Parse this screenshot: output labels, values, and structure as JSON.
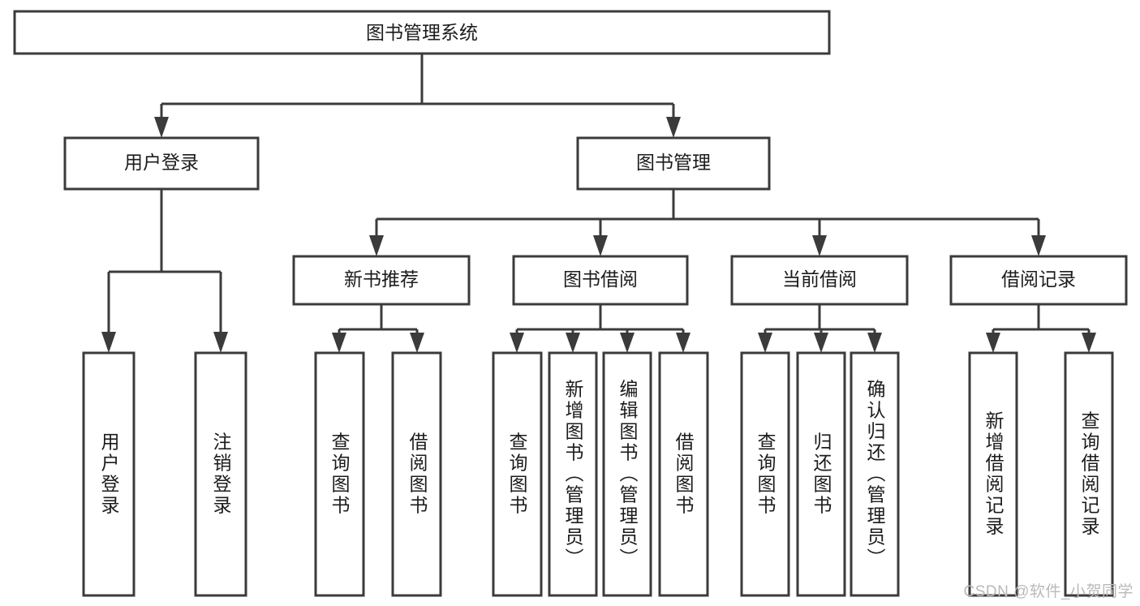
{
  "diagram": {
    "title": "图书管理系统",
    "type": "tree",
    "orientation": "top-down",
    "watermark": "CSDN @软件_小贺同学",
    "colors": {
      "background": "#ffffff",
      "node_fill": "#ffffff",
      "node_stroke": "#3b3b3b",
      "text": "#1c1c1c",
      "watermark": "#b9b9b9"
    },
    "levels": [
      {
        "level": 1,
        "nodes": [
          {
            "id": "root",
            "label": "图书管理系统",
            "orientation": "horizontal"
          }
        ]
      },
      {
        "level": 2,
        "nodes": [
          {
            "id": "user-login",
            "label": "用户登录",
            "orientation": "horizontal",
            "parent": "root"
          },
          {
            "id": "book-manage",
            "label": "图书管理",
            "orientation": "horizontal",
            "parent": "root"
          }
        ]
      },
      {
        "level": 3,
        "nodes": [
          {
            "id": "new-book-rec",
            "label": "新书推荐",
            "orientation": "horizontal",
            "parent": "book-manage"
          },
          {
            "id": "book-borrow",
            "label": "图书借阅",
            "orientation": "horizontal",
            "parent": "book-manage"
          },
          {
            "id": "current-borrow",
            "label": "当前借阅",
            "orientation": "horizontal",
            "parent": "book-manage"
          },
          {
            "id": "borrow-record",
            "label": "借阅记录",
            "orientation": "horizontal",
            "parent": "book-manage"
          }
        ]
      },
      {
        "level": 4,
        "nodes": [
          {
            "id": "leaf-1",
            "label": "用户登录",
            "orientation": "vertical",
            "parent": "user-login"
          },
          {
            "id": "leaf-2",
            "label": "注销登录",
            "orientation": "vertical",
            "parent": "user-login"
          },
          {
            "id": "leaf-3",
            "label": "查询图书",
            "orientation": "vertical",
            "parent": "new-book-rec"
          },
          {
            "id": "leaf-4",
            "label": "借阅图书",
            "orientation": "vertical",
            "parent": "new-book-rec"
          },
          {
            "id": "leaf-5",
            "label": "查询图书",
            "orientation": "vertical",
            "parent": "book-borrow"
          },
          {
            "id": "leaf-6",
            "label": "新增图书（管理员）",
            "orientation": "vertical",
            "parent": "book-borrow"
          },
          {
            "id": "leaf-7",
            "label": "编辑图书（管理员）",
            "orientation": "vertical",
            "parent": "book-borrow"
          },
          {
            "id": "leaf-8",
            "label": "借阅图书",
            "orientation": "vertical",
            "parent": "book-borrow"
          },
          {
            "id": "leaf-9",
            "label": "查询图书",
            "orientation": "vertical",
            "parent": "current-borrow"
          },
          {
            "id": "leaf-10",
            "label": "归还图书",
            "orientation": "vertical",
            "parent": "current-borrow"
          },
          {
            "id": "leaf-11",
            "label": "确认归还（管理员）",
            "orientation": "vertical",
            "parent": "current-borrow"
          },
          {
            "id": "leaf-12",
            "label": "新增借阅记录",
            "orientation": "vertical",
            "parent": "borrow-record"
          },
          {
            "id": "leaf-13",
            "label": "查询借阅记录",
            "orientation": "vertical",
            "parent": "borrow-record"
          }
        ]
      }
    ]
  }
}
